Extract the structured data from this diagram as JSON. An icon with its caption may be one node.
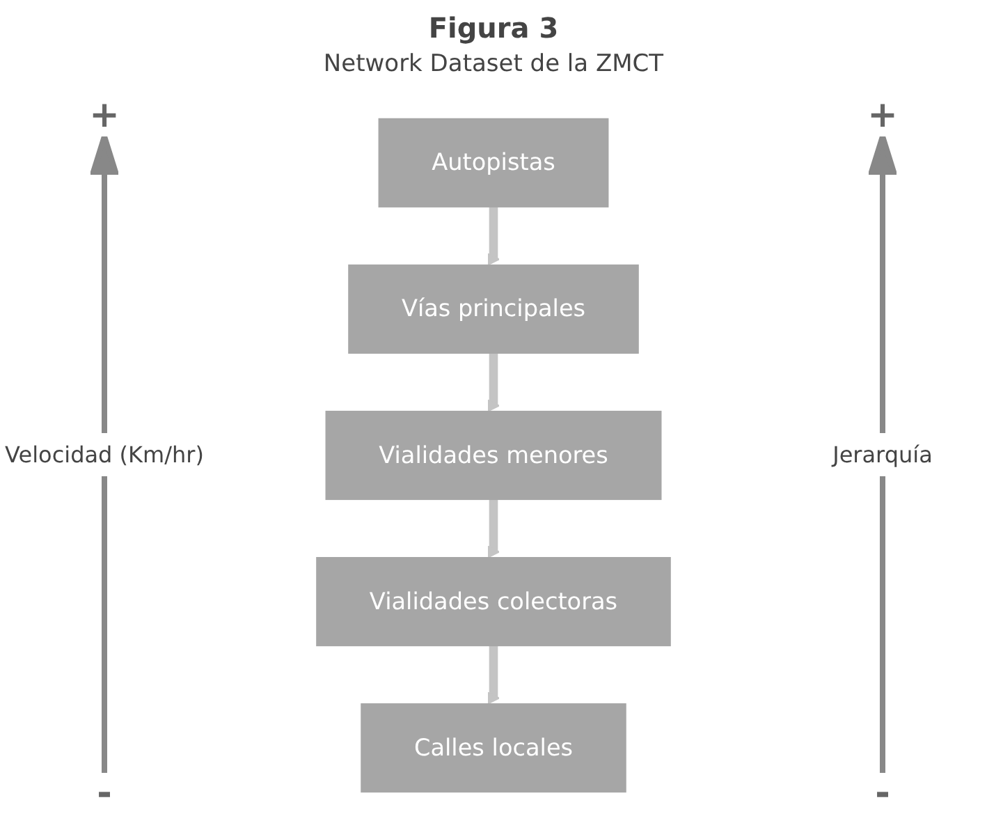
{
  "diagram": {
    "title": "Figura 3",
    "caption": "Network Dataset de la ZMCT",
    "nodes": [
      {
        "text": [
          "Autopistas"
        ]
      },
      {
        "text": [
          "Vías principales"
        ]
      },
      {
        "text": [
          "Vialidades menores"
        ]
      },
      {
        "text": [
          "Vialidades colectoras"
        ]
      },
      {
        "text": [
          "Calles locales"
        ]
      }
    ],
    "edges": [
      {
        "from": 0,
        "to": 1,
        "arrow": "to"
      },
      {
        "from": 1,
        "to": 2,
        "arrow": "to"
      },
      {
        "from": 2,
        "to": 3,
        "arrow": "to"
      },
      {
        "from": 3,
        "to": 4,
        "arrow": "to"
      }
    ],
    "labels": [
      "+",
      "+",
      "Jerarquía",
      "Velocidad (Km/hr)",
      "-",
      "-"
    ]
  }
}
